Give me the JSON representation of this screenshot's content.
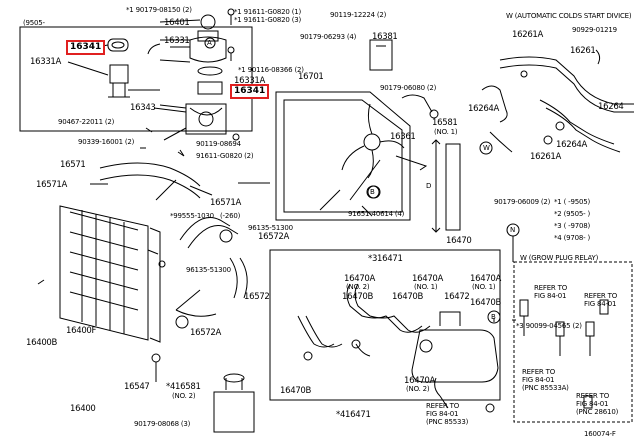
{
  "labels": {
    "c9505": "(9505-",
    "p90179_08150": "*1 90179-08150 (2)",
    "p91611_g0820_1": "*1 91611-G0820 (1)",
    "p91611_g0820_3": "*1 91611-G0820 (3)",
    "p90119_12224": "90119-12224 (2)",
    "p16401": "16401",
    "p16331": "16331",
    "p16341a": "16341",
    "p16331a": "16331A",
    "p90116_08366": "*1 90116-08366 (2)",
    "p16331a_2": "16331A",
    "p16341b": "16341",
    "p16343": "16343",
    "p90179_06293": "90179-06293 (4)",
    "p16381": "16381",
    "p16701": "16701",
    "p90179_06080": "90179-06080 (2)",
    "p16581": "16581",
    "p16581_no": "(NO. 1)",
    "p16361": "16361",
    "p90467_22011": "90467-22011 (2)",
    "p90339_16001": "90339-16001 (2)",
    "p90119_08694": "90119-08694",
    "p91611_g0820_2": "91611-G0820 (2)",
    "p16571": "16571",
    "p16571a": "16571A",
    "p16571a_2": "16571A",
    "p99555_1030": "*99555-1030",
    "p260": "(-260)",
    "p96135_51300a": "96135-51300",
    "p16572a": "16572A",
    "p96135_51300b": "96135-51300",
    "p16572": "16572",
    "p16572a_2": "16572A",
    "p16400f": "16400F",
    "p16400b": "16400B",
    "p16547": "16547",
    "p416581": "*416581",
    "p416581_no": "(NO. 2)",
    "p16400": "16400",
    "p90179_08068": "90179-08068 (3)",
    "p91651_40614": "91651-40614 (4)",
    "p16470": "16470",
    "p316471": "*316471",
    "p16470a_1": "16470A",
    "p16470a_1no": "(NO. 2)",
    "p16470b_1": "16470B",
    "p16470b_2": "16470B",
    "p16470a_2": "16470A",
    "p16470a_2no": "(NO. 1)",
    "p16472": "16472",
    "p16470b_3": "16470B",
    "p16470a_3": "16470A",
    "p16470a_3no": "(NO. 1)",
    "p16470b_4": "16470B",
    "p16470a_4": "16470A",
    "p16470a_4no": "(NO. 2)",
    "p416471": "*416471",
    "p90099_04565": "*3 90099-04565 (2)",
    "refer_fig1": "REFER TO\nFIG 84-01\n(PNC 85533)",
    "w_auto": "W (AUTOMATIC COLDS START DIVICE)",
    "p16261a": "16261A",
    "p90929_01219": "90929-01219",
    "p16261": "16261",
    "p16264a": "16264A",
    "p16264": "16264",
    "p16261a_2": "16261A",
    "p16264a_2": "16264A",
    "p90179_06009": "90179-06009 (2)",
    "d1": "*1 (  -9505)",
    "d2": "*2 (9505-   )",
    "d3": "*3 (  -9708)",
    "d4": "*4 (9708-   )",
    "w_grow": "W (GROW PLUG RELAY)",
    "refer_1": "REFER TO\nFIG 84-01",
    "refer_2": "REFER TO\nFIG 84-01",
    "refer_3": "REFER TO\nFIG 84-01\n(PNC 85533A)",
    "refer_4": "REFER TO\nFIG 84-01\n(PNC 28610)",
    "figcode": "160074-F",
    "callout_b": "B",
    "callout_a": "A",
    "callout_n": "N",
    "callout_w": "W",
    "dim_d": "D"
  }
}
